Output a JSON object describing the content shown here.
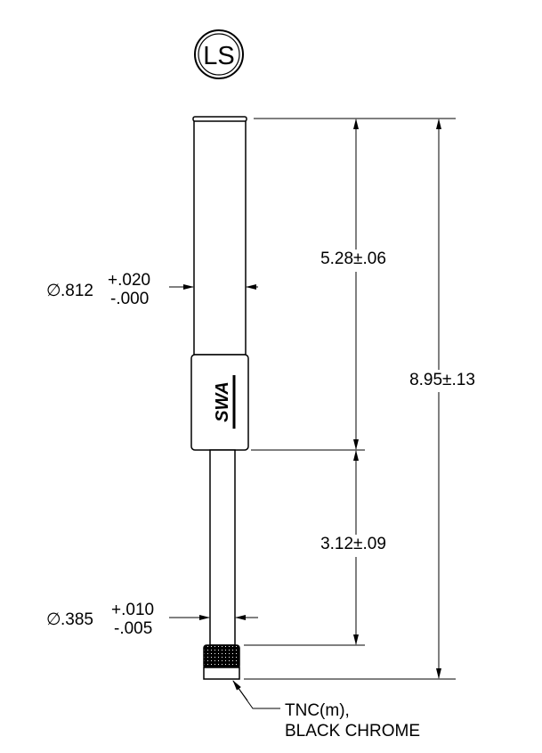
{
  "badge": {
    "label": "LS"
  },
  "dimensions": {
    "upper_length": "5.28±.06",
    "total_length": "8.95±.13",
    "lower_length": "3.12±.09",
    "upper_diameter": {
      "symbol": "∅",
      "nominal": ".812",
      "plus": "+.020",
      "minus": "-.000"
    },
    "lower_diameter": {
      "symbol": "∅",
      "nominal": ".385",
      "plus": "+.010",
      "minus": "-.005"
    }
  },
  "callout": {
    "line1": "TNC(m),",
    "line2": "BLACK CHROME"
  },
  "logo": {
    "text": "SWA"
  }
}
